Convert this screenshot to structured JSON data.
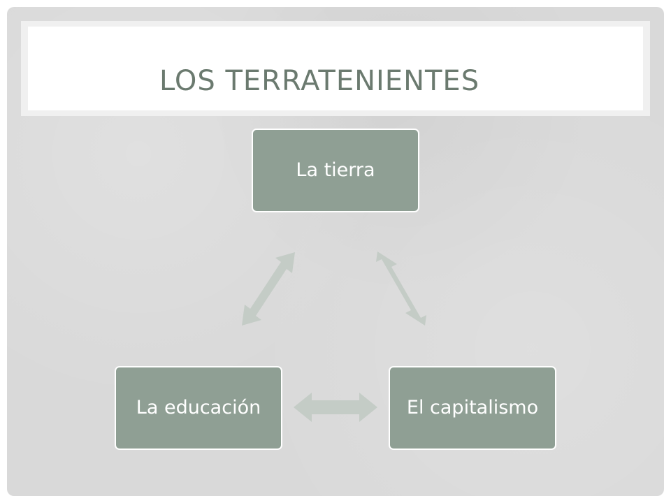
{
  "slide": {
    "title": "LOS TERRATENIENTES"
  },
  "diagram": {
    "nodes": [
      {
        "id": "top",
        "label": "La tierra"
      },
      {
        "id": "right",
        "label": "El capitalismo"
      },
      {
        "id": "left",
        "label": "La educación"
      }
    ],
    "edges": [
      {
        "from": "top",
        "to": "right",
        "type": "bidirectional"
      },
      {
        "from": "right",
        "to": "left",
        "type": "bidirectional"
      },
      {
        "from": "left",
        "to": "top",
        "type": "bidirectional"
      }
    ],
    "colors": {
      "node_fill": "#8f9f94",
      "node_border": "#ffffff",
      "node_text": "#ffffff",
      "arrow": "#c4ccc6",
      "title_text": "#6b7a6f",
      "background": "#d9d9d9"
    }
  }
}
